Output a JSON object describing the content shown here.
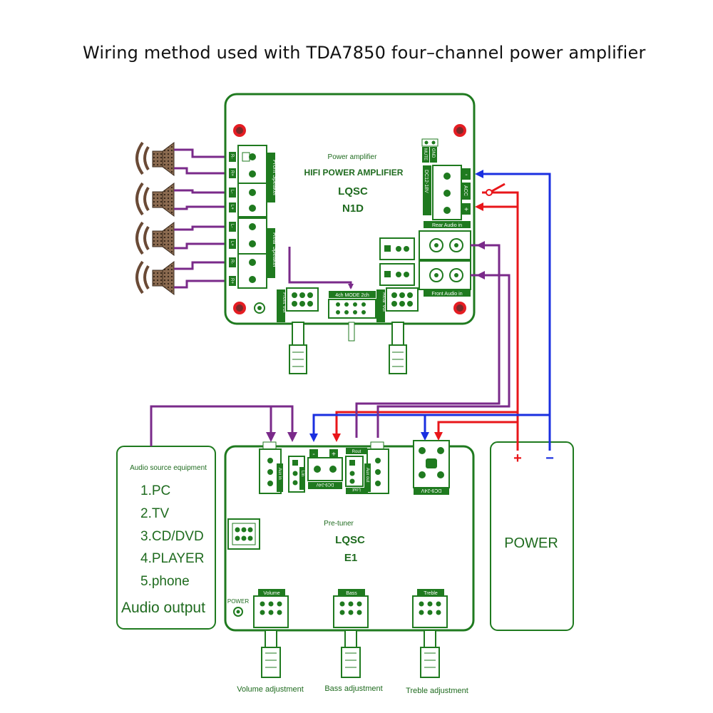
{
  "title": "Wiring method used with TDA7850 four–channel power amplifier",
  "amplifier": {
    "caption": "Power amplifier",
    "heading": "HIFI POWER AMPLIFIER",
    "brand": "LQSC",
    "model": "N1D",
    "front_speaker": "Front Speaker",
    "rear_speaker": "Rear Speaker",
    "pin_r_plus": "R+",
    "pin_r_minus": "R-",
    "pin_l_minus": "L-",
    "pin_l_plus": "L+",
    "mute": "MUTE",
    "gnd": "GND",
    "dc": "DC12-18V",
    "acc": "ACC",
    "minus": "-",
    "plus": "+",
    "rear_audio_in": "Rear Audio in",
    "front_audio_in": "Front Audio in",
    "mode": "4ch MODE 2ch",
    "front_vol": "Front Vol",
    "rear_vol": "Rear Vol"
  },
  "pretuner": {
    "caption": "Pre-tuner",
    "brand": "LQSC",
    "model": "E1",
    "aux_in": "Aux in",
    "lin": "Lin",
    "dc": "DC9-24V",
    "rout": "Rout",
    "lout": "Lout",
    "aux_out": "Aux out",
    "dc2": "DC9-24V",
    "minus": "-",
    "plus": "+",
    "power": "POWER",
    "volume": "Volume",
    "bass": "Bass",
    "treble": "Treble",
    "volume_adj": "Volume adjustment",
    "bass_adj": "Bass adjustment",
    "treble_adj": "Treble adjustment"
  },
  "source": {
    "heading": "Audio source equipment",
    "items": [
      "1.PC",
      "2.TV",
      "3.CD/DVD",
      "4.PLAYER",
      "5.phone"
    ],
    "footer": "Audio output"
  },
  "power": {
    "label": "POWER",
    "plus": "+",
    "minus": "−"
  },
  "colors": {
    "board": "#1f7a1f",
    "positive_wire": "#e8161a",
    "negative_wire": "#1a2fe0",
    "signal_wire": "#7a2a8a"
  }
}
